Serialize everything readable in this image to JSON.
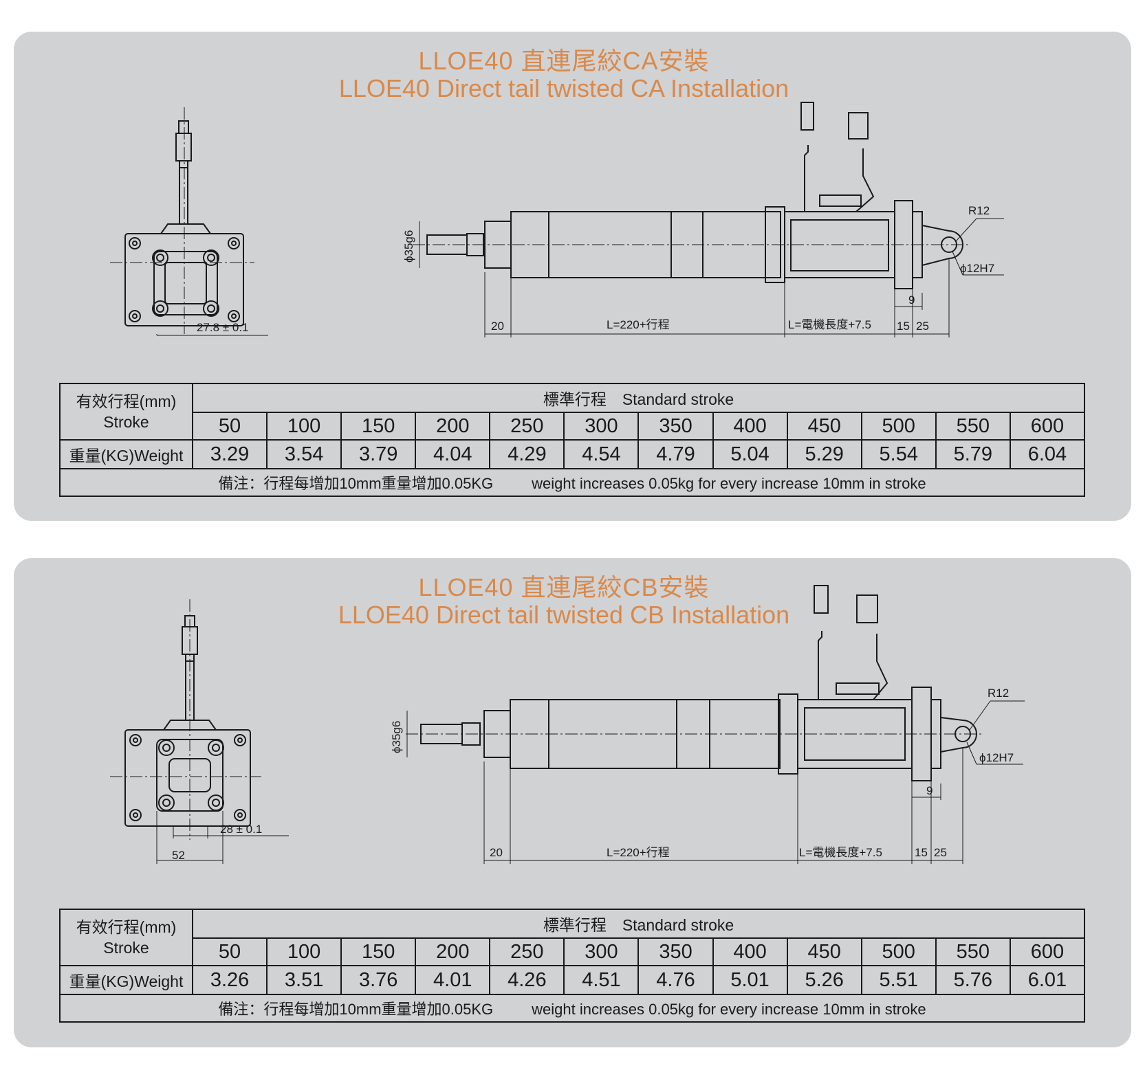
{
  "panels": [
    {
      "title_cn": "LLOE40 直連尾絞CA安裝",
      "title_en": "LLOE40 Direct tail twisted CA Installation",
      "dims": {
        "end_view": "27.8 ± 0.1",
        "bore": "ϕ35g6",
        "radius": "R12",
        "pin": "ϕ12H7",
        "d20": "20",
        "length": "L=220+行程",
        "motor_length": "L=電機長度+7.5",
        "d15": "15",
        "d25": "25",
        "d9": "9"
      },
      "table": {
        "stroke_label_cn": "有效行程(mm)",
        "stroke_label_en": "Stroke",
        "standard_stroke": "標準行程　Standard stroke",
        "strokes": [
          "50",
          "100",
          "150",
          "200",
          "250",
          "300",
          "350",
          "400",
          "450",
          "500",
          "550",
          "600"
        ],
        "weight_label": "重量(KG)Weight",
        "weights": [
          "3.29",
          "3.54",
          "3.79",
          "4.04",
          "4.29",
          "4.54",
          "4.79",
          "5.04",
          "5.29",
          "5.54",
          "5.79",
          "6.04"
        ],
        "note_cn": "備注：行程每增加10mm重量增加0.05KG",
        "note_en": "weight increases 0.05kg for every increase 10mm in stroke"
      }
    },
    {
      "title_cn": "LLOE40 直連尾絞CB安裝",
      "title_en": "LLOE40 Direct tail twisted CB Installation",
      "dims": {
        "end_view": "28 ± 0.1",
        "end_view_2": "52",
        "bore": "ϕ35g6",
        "radius": "R12",
        "pin": "ϕ12H7",
        "d20": "20",
        "length": "L=220+行程",
        "motor_length": "L=電機長度+7.5",
        "d15": "15",
        "d25": "25",
        "d9": "9"
      },
      "table": {
        "stroke_label_cn": "有效行程(mm)",
        "stroke_label_en": "Stroke",
        "standard_stroke": "標準行程　Standard stroke",
        "strokes": [
          "50",
          "100",
          "150",
          "200",
          "250",
          "300",
          "350",
          "400",
          "450",
          "500",
          "550",
          "600"
        ],
        "weight_label": "重量(KG)Weight",
        "weights": [
          "3.26",
          "3.51",
          "3.76",
          "4.01",
          "4.26",
          "4.51",
          "4.76",
          "5.01",
          "5.26",
          "5.51",
          "5.76",
          "6.01"
        ],
        "note_cn": "備注：行程每增加10mm重量增加0.05KG",
        "note_en": "weight increases 0.05kg for every increase 10mm in stroke"
      }
    }
  ]
}
